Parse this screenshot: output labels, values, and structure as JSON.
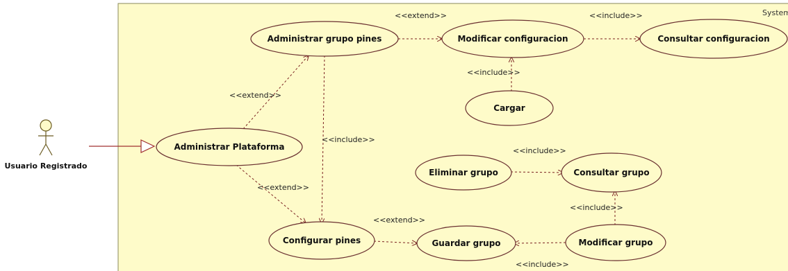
{
  "system": {
    "label": "System",
    "fill": "#fefbc9",
    "border": "#8a8a5a"
  },
  "actor": {
    "name": "Usuario Registrado",
    "icon": "stick-figure-icon"
  },
  "use_cases": {
    "administrar_plataforma": "Administrar Plataforma",
    "administrar_grupo_pines": "Administrar grupo pines",
    "modificar_configuracion": "Modificar configuracion",
    "consultar_configuracion": "Consultar configuracion",
    "cargar": "Cargar",
    "eliminar_grupo": "Eliminar grupo",
    "consultar_grupo": "Consultar grupo",
    "configurar_pines": "Configurar pines",
    "guardar_grupo": "Guardar grupo",
    "modificar_grupo": "Modificar grupo"
  },
  "relations": {
    "extend_admin_grupo": "<<extend>>",
    "include_admin_to_config": "<<include>>",
    "extend_admin_to_config": "<<extend>>",
    "extend_grupo_to_modificar": "<<extend>>",
    "include_modificar_to_consultar": "<<include>>",
    "include_cargar": "<<include>>",
    "include_eliminar": "<<include>>",
    "extend_config_to_guardar": "<<extend>>",
    "include_modificar_grupo_to_consultar": "<<include>>",
    "include_modificar_grupo_to_guardar": "<<include>>"
  },
  "colors": {
    "ellipse_fill": "#fefbc9",
    "line_dark": "#7a2020",
    "association": "#a03030"
  }
}
